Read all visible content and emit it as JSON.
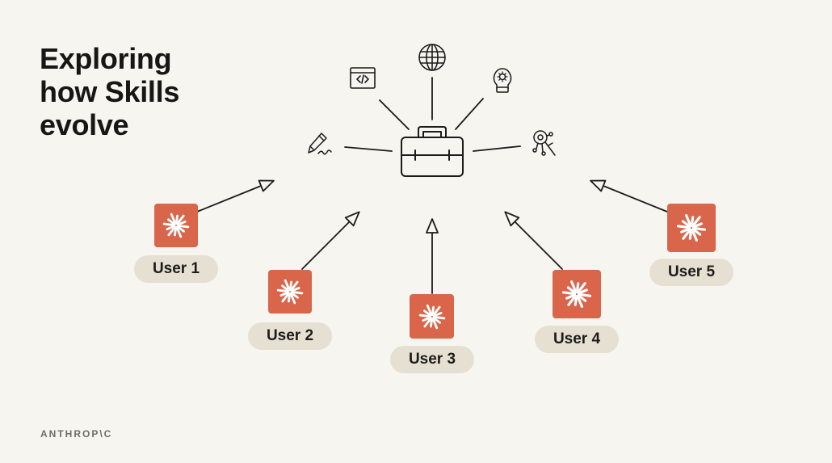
{
  "slide": {
    "title_lines": [
      "Exploring",
      "how Skills",
      "evolve"
    ],
    "logo_text": "ANTHROP\\C"
  },
  "hub": {
    "icon": "toolbox-icon"
  },
  "skill_icons": [
    "code-window-icon",
    "globe-icon",
    "lightbulb-gear-icon",
    "pencil-icon",
    "search-network-icon"
  ],
  "users": [
    {
      "label": "User 1",
      "icon": "sparkle-icon"
    },
    {
      "label": "User 2",
      "icon": "sparkle-icon"
    },
    {
      "label": "User 3",
      "icon": "sparkle-icon"
    },
    {
      "label": "User 4",
      "icon": "sparkle-icon"
    },
    {
      "label": "User 5",
      "icon": "sparkle-icon"
    }
  ],
  "colors": {
    "background": "#f7f5f0",
    "badge": "#d9654a",
    "pill": "#e6e0d3",
    "ink": "#171614"
  }
}
